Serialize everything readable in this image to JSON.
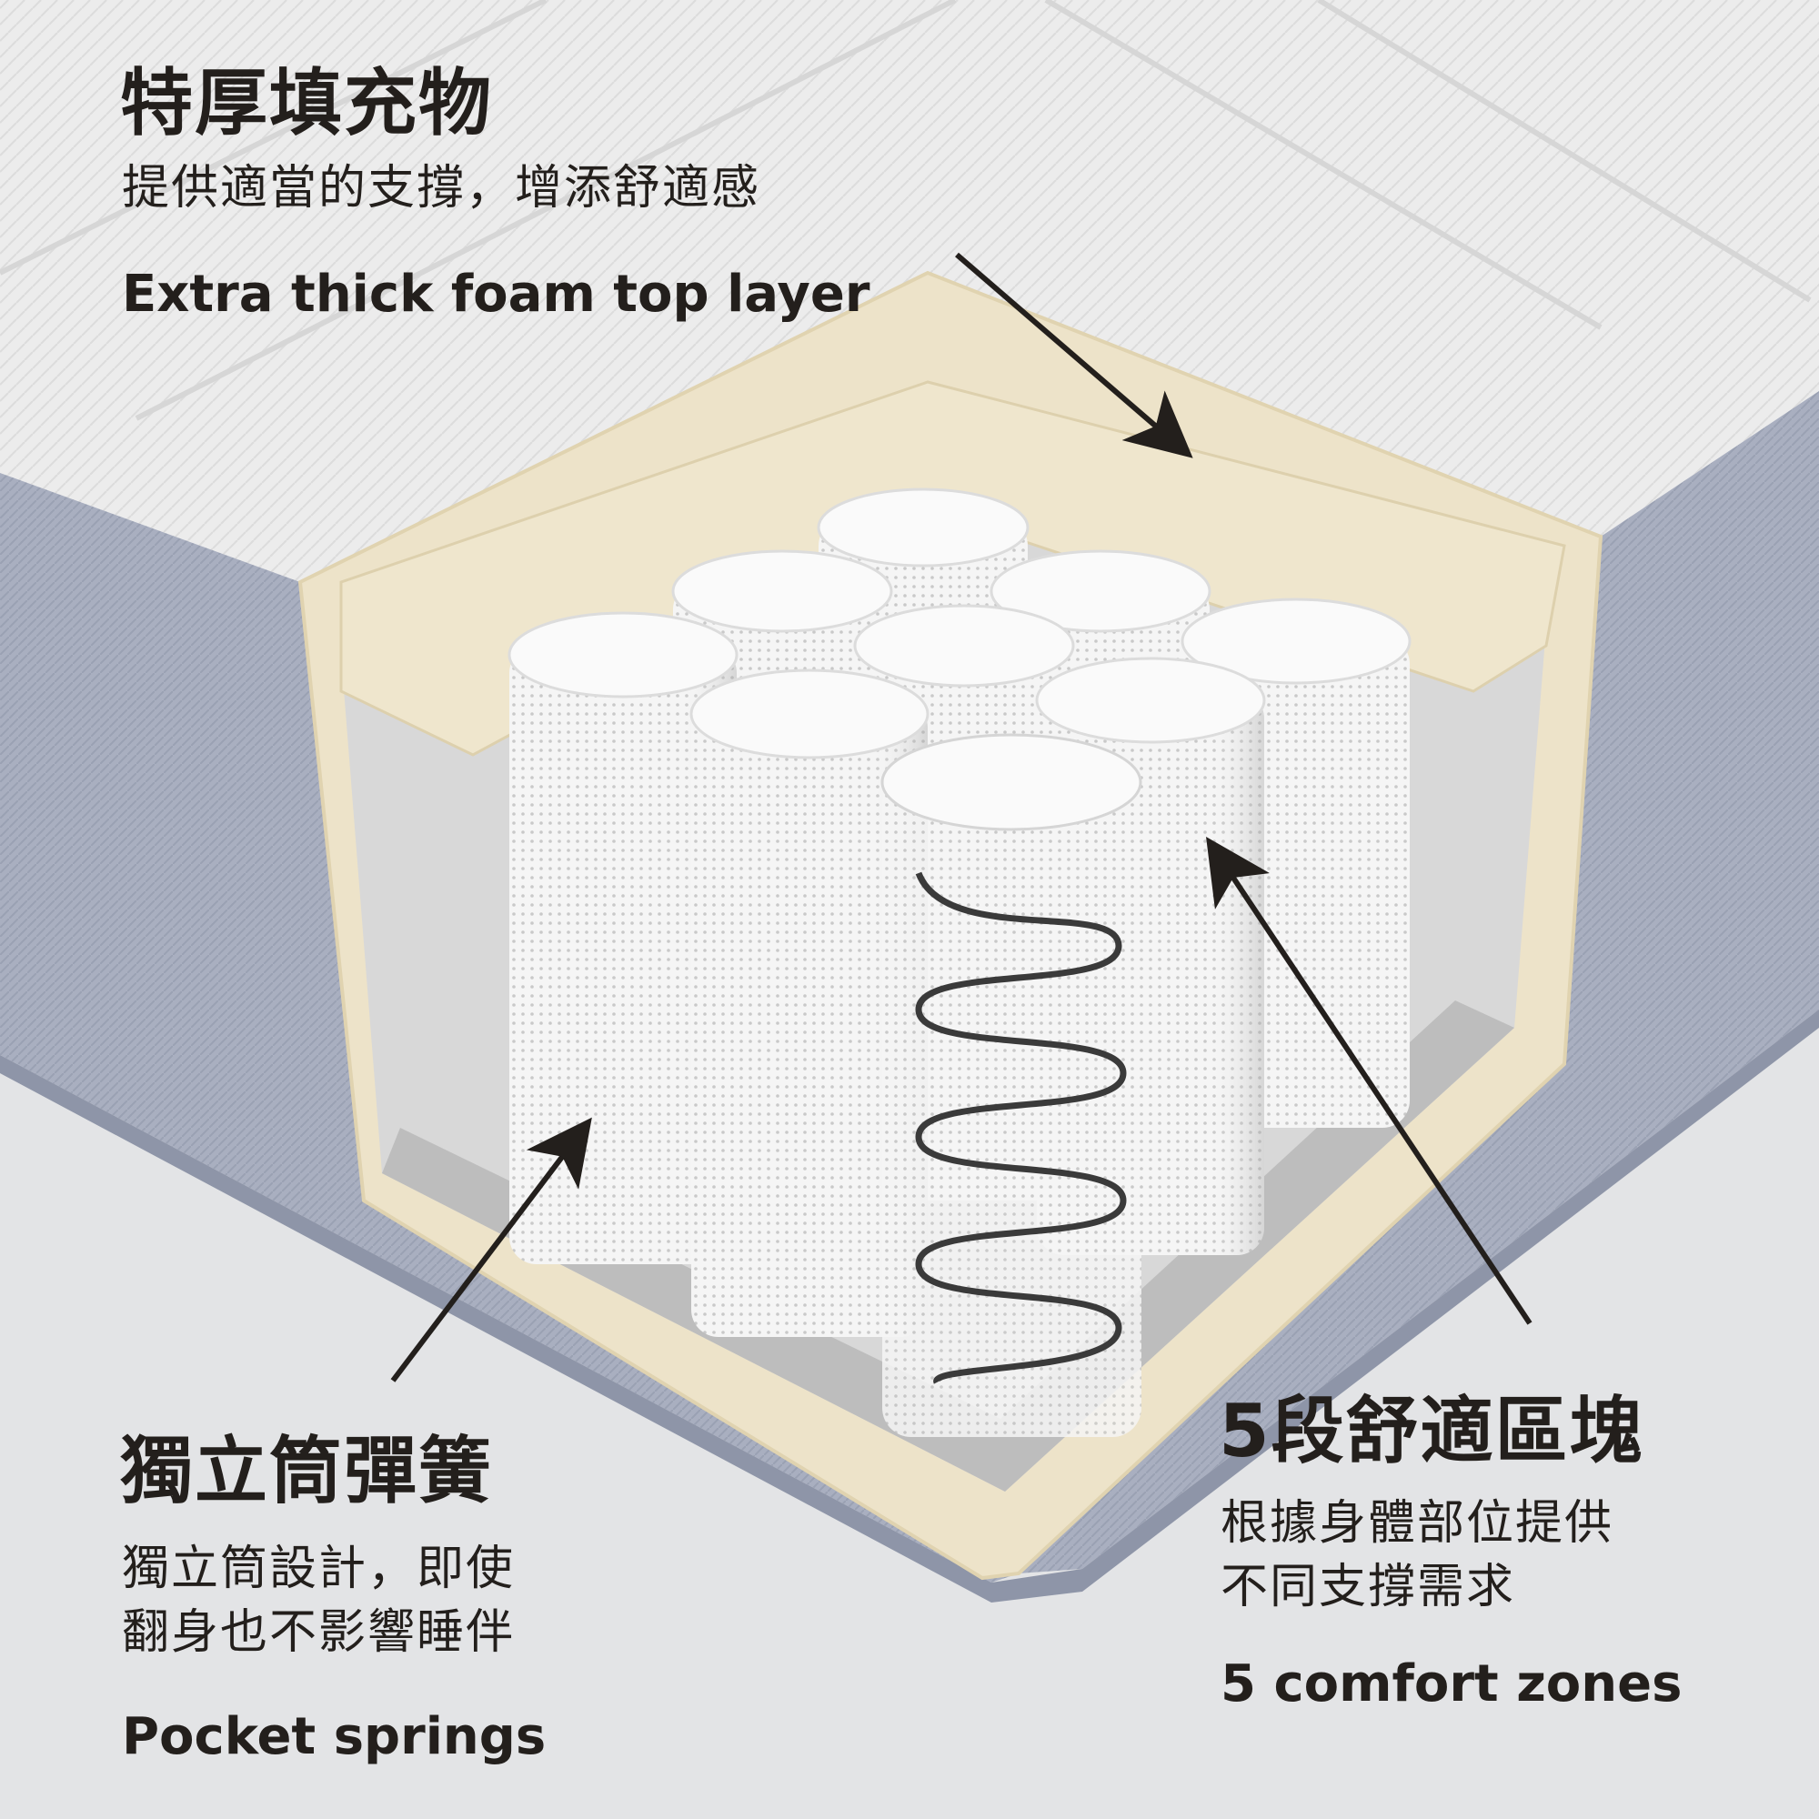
{
  "colors": {
    "background": "#e3e4e6",
    "mattress_top": "#ececec",
    "mattress_side": "#a7adbe",
    "foam": "#ece2c8",
    "pocket": "#f4f4f4",
    "spring_wire": "#3a3a3a",
    "text": "#231f1c"
  },
  "callouts": {
    "top": {
      "title": "特厚填充物",
      "subtitle": "提供適當的支撐，增添舒適感",
      "english": "Extra thick foam top layer"
    },
    "left": {
      "title": "獨立筒彈簧",
      "subtitle": "獨立筒設計，即使\n翻身也不影響睡伴",
      "english": "Pocket springs"
    },
    "right": {
      "title": "5段舒適區塊",
      "subtitle": "根據身體部位提供\n不同支撐需求",
      "english": "5 comfort zones"
    }
  },
  "icons": [
    "arrow-icon",
    "arrow-icon",
    "arrow-icon"
  ]
}
